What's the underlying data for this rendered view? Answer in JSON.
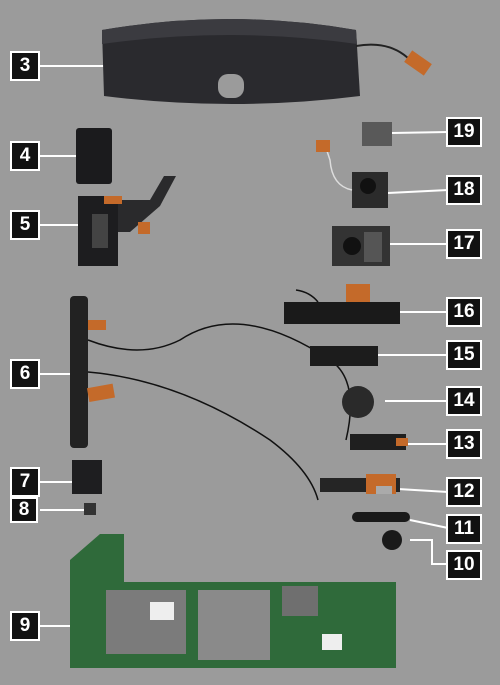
{
  "callouts": [
    {
      "id": "3",
      "label": "3"
    },
    {
      "id": "4",
      "label": "4"
    },
    {
      "id": "5",
      "label": "5"
    },
    {
      "id": "6",
      "label": "6"
    },
    {
      "id": "7",
      "label": "7"
    },
    {
      "id": "8",
      "label": "8"
    },
    {
      "id": "9",
      "label": "9"
    },
    {
      "id": "10",
      "label": "10"
    },
    {
      "id": "11",
      "label": "11"
    },
    {
      "id": "12",
      "label": "12"
    },
    {
      "id": "13",
      "label": "13"
    },
    {
      "id": "14",
      "label": "14"
    },
    {
      "id": "15",
      "label": "15"
    },
    {
      "id": "16",
      "label": "16"
    },
    {
      "id": "17",
      "label": "17"
    },
    {
      "id": "18",
      "label": "18"
    },
    {
      "id": "19",
      "label": "19"
    }
  ],
  "colors": {
    "background": "#9b9b9b",
    "badge_fill": "#111111",
    "badge_border": "#ffffff",
    "pcb_green": "#2f6a3a",
    "flex_copper": "#c46a2a"
  }
}
